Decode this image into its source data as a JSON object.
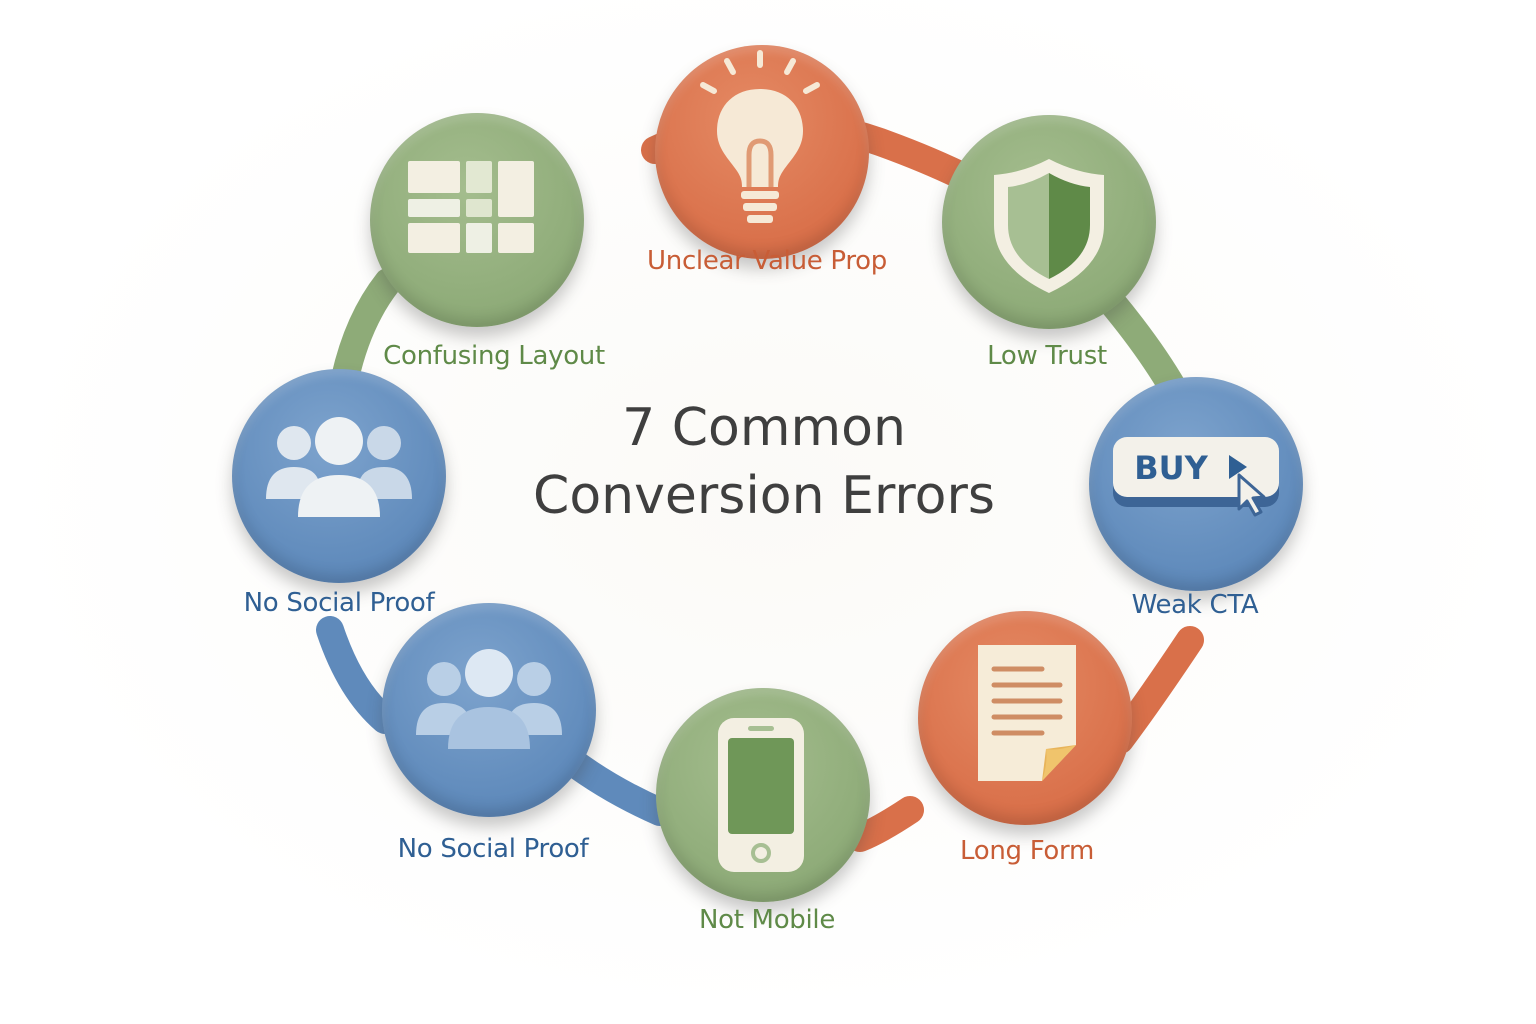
{
  "title": {
    "line1": "7 Common",
    "line2": "Conversion Errors"
  },
  "colors": {
    "orange": "#d9704a",
    "green": "#8eab78",
    "blue": "#5f8abb",
    "orange_text": "#c85d36",
    "green_text": "#5f8a48",
    "blue_text": "#2f5f93",
    "title_text": "#3f3f3f"
  },
  "nodes": [
    {
      "label": "Unclear Value Prop",
      "icon": "lightbulb-icon",
      "color": "orange"
    },
    {
      "label": "Low Trust",
      "icon": "shield-icon",
      "color": "green"
    },
    {
      "label": "Weak CTA",
      "icon": "buy-button-icon",
      "color": "blue",
      "button_text": "BUY"
    },
    {
      "label": "Long Form",
      "icon": "document-icon",
      "color": "orange"
    },
    {
      "label": "Not Mobile",
      "icon": "smartphone-icon",
      "color": "green"
    },
    {
      "label": "No Social Proof",
      "icon": "people-group-icon",
      "color": "blue"
    },
    {
      "label": "No Social Proof",
      "icon": "people-group-icon",
      "color": "blue"
    },
    {
      "label": "Confusing Layout",
      "icon": "layout-grid-icon",
      "color": "green"
    }
  ]
}
